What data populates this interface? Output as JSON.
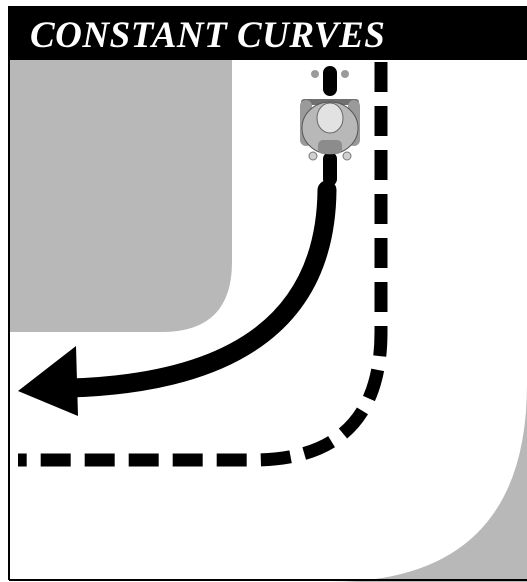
{
  "diagram": {
    "title": "CONSTANT CURVES",
    "colors": {
      "title_bar": "#000000",
      "title_text": "#ffffff",
      "road": "#ffffff",
      "off_road": "#b8b8b8",
      "road_edge_line": "#000000",
      "lane_divider": "#000000",
      "path_arrow": "#000000"
    },
    "elements": {
      "motorcycle": "motorcycle-rider-top-view",
      "path": "curved-arrow-left-turn",
      "lane_divider": "dashed-center-line"
    }
  }
}
